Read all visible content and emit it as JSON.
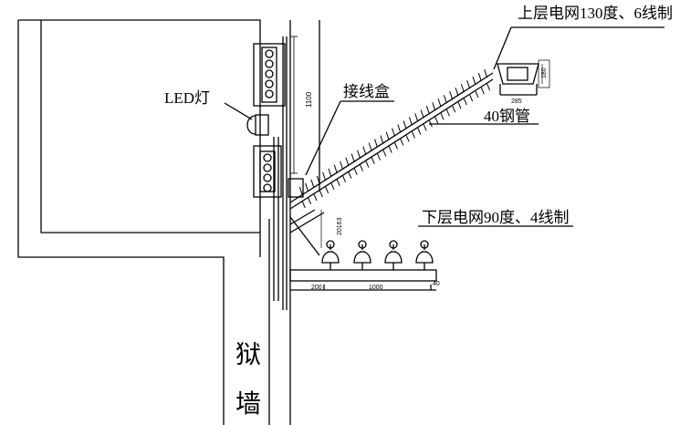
{
  "labels": {
    "upper_net": "上层电网130度、6线制",
    "lower_net": "下层电网90度、4线制",
    "led_lamp": "LED灯",
    "junction_box": "接线盒",
    "steel_pipe": "40钢管",
    "prison_wall_1": "狱",
    "prison_wall_2": "墙"
  },
  "dimensions": {
    "vertical_pole": "1100",
    "arm": "20163",
    "lamp_width": "285",
    "lamp_height": "180",
    "beam_left": "200",
    "beam_main": "1000",
    "beam_right": "40"
  },
  "colors": {
    "line": "#000000",
    "background": "#ffffff"
  }
}
